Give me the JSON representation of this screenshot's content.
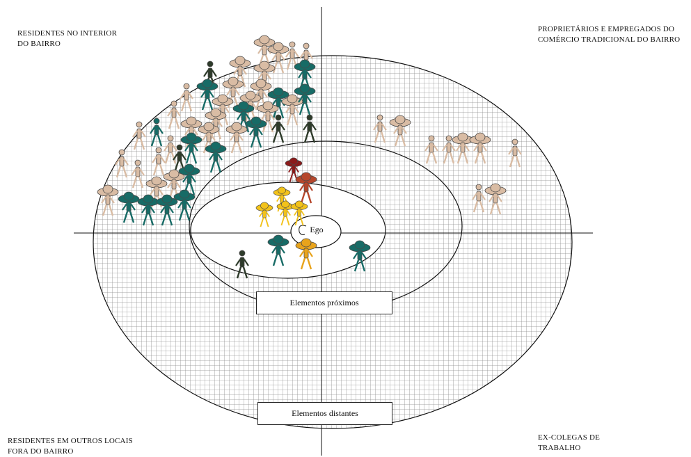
{
  "quadrants": {
    "top_left": [
      "RESIDENTES NO INTERIOR",
      "DO BAIRRO"
    ],
    "top_right": [
      "PROPRIETÁRIOS E EMPREGADOS DO",
      "COMÉRCIO TRADICIONAL DO BAIRRO"
    ],
    "bottom_left": [
      "RESIDENTES EM OUTROS LOCAIS",
      "FORA DO BAIRRO"
    ],
    "bottom_right": [
      "EX-COLEGAS DE",
      "TRABALHO"
    ]
  },
  "center_label": "Ego",
  "inner_ring_label": "Elementos próximos",
  "outer_ring_label": "Elementos distantes",
  "colors": {
    "beige": "#d9bca4",
    "teal": "#176b66",
    "dark": "#2e3b2a",
    "yellow": "#f2c21a",
    "orange": "#e8a31b",
    "red_brown": "#b5462b",
    "checker": "#8b1a1a",
    "grid": "#9a9a9a"
  }
}
